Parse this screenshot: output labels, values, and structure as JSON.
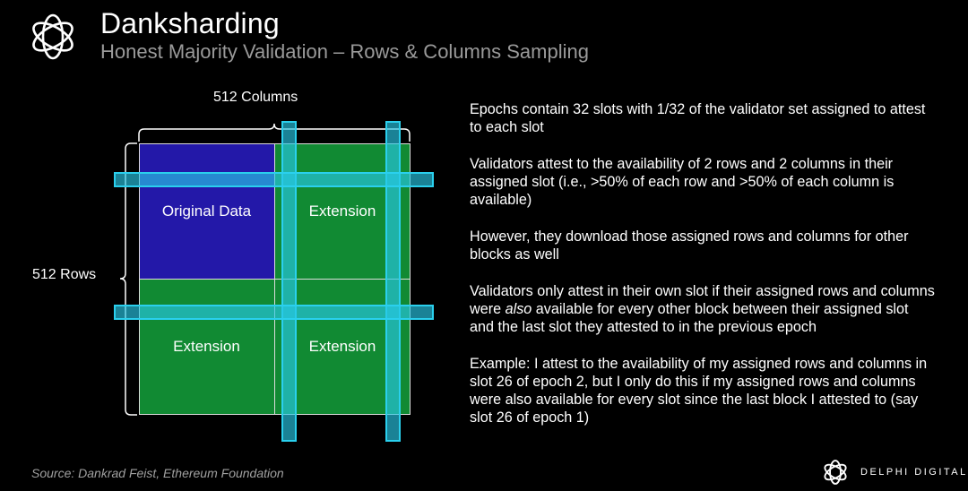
{
  "header": {
    "title": "Danksharding",
    "subtitle": "Honest Majority Validation – Rows & Columns Sampling"
  },
  "diagram": {
    "columns_label": "512 Columns",
    "rows_label": "512 Rows",
    "quadrants": {
      "top_left": "Original Data",
      "top_right": "Extension",
      "bottom_left": "Extension",
      "bottom_right": "Extension"
    },
    "colors": {
      "original": "#2318a8",
      "extension": "#118a33",
      "sample_strip": "#2ad0ee"
    }
  },
  "paragraphs": {
    "p1": "Epochs contain 32 slots with 1/32 of the validator set assigned to attest to each slot",
    "p2": "Validators attest to the availability of 2 rows and 2 columns in their assigned slot (i.e., >50% of each row and >50% of each column is available)",
    "p3": "However, they download those assigned rows and columns for other blocks as well",
    "p4_before": "Validators only attest in their own slot if their assigned rows and columns were ",
    "p4_emphasis": "also",
    "p4_after": " available for every other block between their assigned slot and the last slot they attested to in the previous epoch",
    "p5": "Example: I attest to the availability of my assigned rows and columns in slot 26 of epoch 2, but I only do this if my assigned rows and columns were also available for every slot since the last block I attested to (say slot 26 of epoch 1)"
  },
  "footer": {
    "source": "Source: Dankrad Feist, Ethereum Foundation",
    "brand": "DELPHI DIGITAL"
  }
}
